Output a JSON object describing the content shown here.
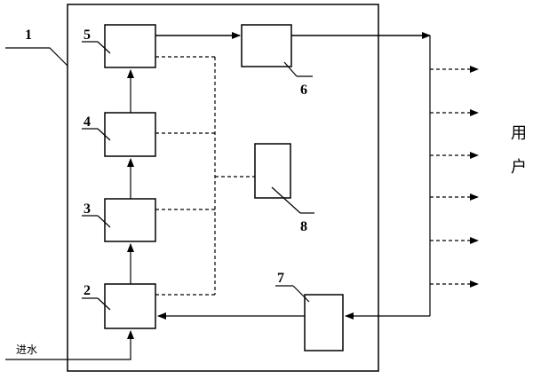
{
  "diagram": {
    "system_label": "1",
    "unit_labels": {
      "u2": "2",
      "u3": "3",
      "u4": "4",
      "u5": "5",
      "u6": "6",
      "u7": "7",
      "u8": "8"
    },
    "inlet_label": "进水",
    "user_label_line1": "用",
    "user_label_line2": "户"
  }
}
